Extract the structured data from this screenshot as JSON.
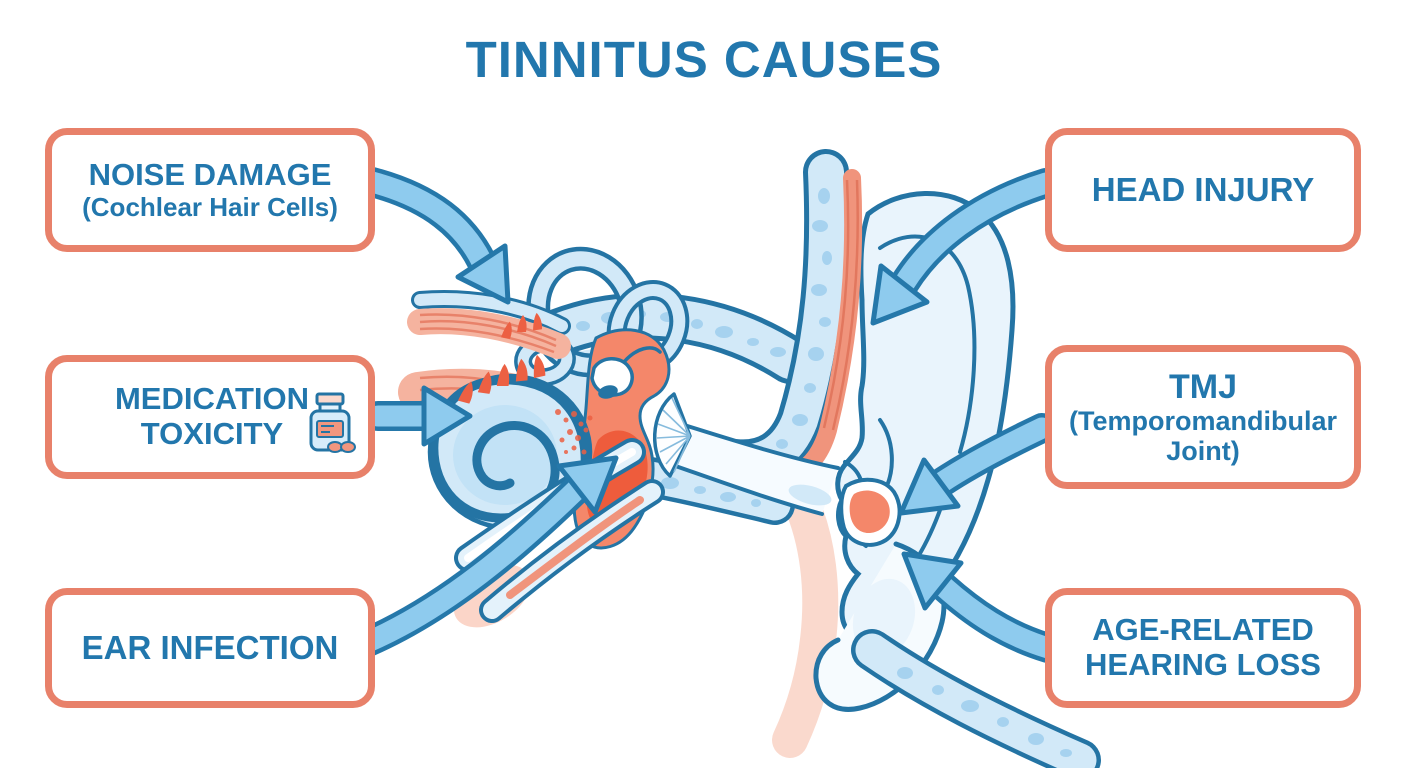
{
  "title": "TINNITUS CAUSES",
  "colors": {
    "title": "#2277ad",
    "box_border": "#e8816a",
    "box_text": "#2277ad",
    "arrow_fill": "#8ecbee",
    "arrow_stroke": "#2578aa",
    "ear_outline": "#2474a4",
    "ear_light": "#d2e9f8",
    "ear_lighter": "#e9f4fc",
    "bone_spot": "#a6d2ef",
    "inflamed": "#ee5c3c",
    "inflamed_soft": "#f4876a",
    "coral_muscle": "#f0947c",
    "coral_pale": "#fbd5c8",
    "hair_cell": "#ec6043"
  },
  "boxes": [
    {
      "id": "noise-damage",
      "label": "NOISE DAMAGE",
      "sub": "(Cochlear Hair Cells)"
    },
    {
      "id": "medication-toxicity",
      "label": "MEDICATION TOXICITY",
      "icon": "pill-bottle-icon"
    },
    {
      "id": "ear-infection",
      "label": "EAR INFECTION"
    },
    {
      "id": "head-injury",
      "label": "HEAD INJURY"
    },
    {
      "id": "tmj",
      "label": "TMJ",
      "sub": "(Temporomandibular Joint)"
    },
    {
      "id": "age-related-hearing-loss",
      "label": "AGE-RELATED HEARING LOSS"
    }
  ],
  "diagram": {
    "type": "ear-anatomy-cross-section",
    "parts": [
      "outer-ear",
      "ear-canal",
      "eardrum",
      "ossicles",
      "middle-ear-inflammation",
      "cochlea",
      "damaged-cochlear-hair-cells",
      "semicircular-canals",
      "auditory-nerve",
      "eustachian-tube",
      "temporal-bone",
      "tmj-joint"
    ],
    "arrows": [
      {
        "id": "arrow-noise-damage",
        "from": "noise-damage",
        "to": "cochlear-hair-cells"
      },
      {
        "id": "arrow-medication-toxicity",
        "from": "medication-toxicity",
        "to": "cochlea"
      },
      {
        "id": "arrow-ear-infection",
        "from": "ear-infection",
        "to": "middle-ear-inflammation"
      },
      {
        "id": "arrow-head-injury",
        "from": "head-injury",
        "to": "temporal-bone"
      },
      {
        "id": "arrow-tmj",
        "from": "tmj",
        "to": "tmj-joint"
      },
      {
        "id": "arrow-age-related",
        "from": "age-related-hearing-loss",
        "to": "tmj-joint"
      }
    ]
  }
}
